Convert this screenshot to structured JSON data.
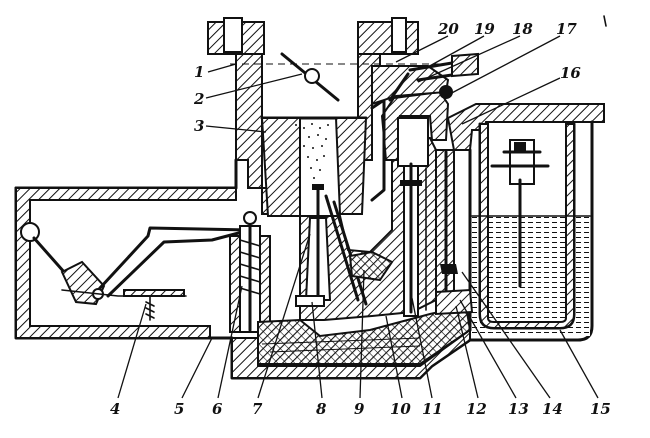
{
  "figure": {
    "callouts": [
      {
        "id": "1",
        "label": "1"
      },
      {
        "id": "2",
        "label": "2"
      },
      {
        "id": "3",
        "label": "3"
      },
      {
        "id": "4",
        "label": "4"
      },
      {
        "id": "5",
        "label": "5"
      },
      {
        "id": "6",
        "label": "6"
      },
      {
        "id": "7",
        "label": "7"
      },
      {
        "id": "8",
        "label": "8"
      },
      {
        "id": "9",
        "label": "9"
      },
      {
        "id": "10",
        "label": "10"
      },
      {
        "id": "11",
        "label": "11"
      },
      {
        "id": "12",
        "label": "12"
      },
      {
        "id": "13",
        "label": "13"
      },
      {
        "id": "14",
        "label": "14"
      },
      {
        "id": "15",
        "label": "15"
      },
      {
        "id": "16",
        "label": "16"
      },
      {
        "id": "17",
        "label": "17"
      },
      {
        "id": "18",
        "label": "18"
      },
      {
        "id": "19",
        "label": "19"
      },
      {
        "id": "20",
        "label": "20"
      }
    ]
  }
}
